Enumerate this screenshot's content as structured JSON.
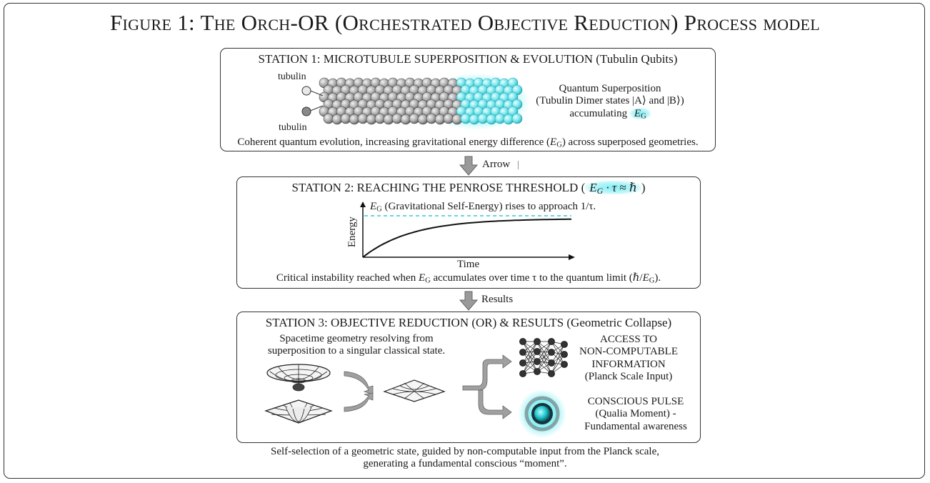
{
  "title": "Figure 1: The Orch-OR (Orchestrated Objective Reduction) Process model",
  "station1": {
    "heading": "STATION 1: MICROTUBULE SUPERPOSITION & EVOLUTION (Tubulin Qubits)",
    "tubulin_top": "tubulin",
    "tubulin_bottom": "tubulin",
    "superposition_line1": "Quantum Superposition",
    "superposition_line2": "(Tubulin Dimer states |A⟩ and |B⟩)",
    "superposition_line3_prefix": "accumulating ",
    "eg": "E",
    "eg_sub": "G",
    "caption_prefix": "Coherent quantum evolution, increasing gravitational energy difference (",
    "caption_suffix": ") across superposed geometries."
  },
  "arrow1_label": "Arrow",
  "station2": {
    "heading_prefix": "STATION 2: REACHING THE PENROSE THRESHOLD (",
    "threshold": "E_G · τ ≈ ℏ",
    "heading_suffix": ")",
    "curve_label": "(Gravitational Self-Energy) rises to approach 1/τ.",
    "ylabel": "Energy",
    "xlabel": "Time",
    "caption_prefix": "Critical instability reached when ",
    "caption_mid": " accumulates over time τ to the quantum limit (ℏ/",
    "caption_suffix": ")."
  },
  "arrow2_label": "Results",
  "station3": {
    "heading": "STATION 3: OBJECTIVE REDUCTION (OR) & RESULTS (Geometric Collapse)",
    "spacetime_line1": "Spacetime geometry resolving from",
    "spacetime_line2": "superposition to a singular classical state.",
    "access_line1": "ACCESS TO",
    "access_line2": "NON-COMPUTABLE",
    "access_line3": "INFORMATION",
    "access_line4": "(Planck Scale Input)",
    "pulse_line1": "CONSCIOUS PULSE",
    "pulse_line2": "(Qualia Moment) -",
    "pulse_line3": "Fundamental awareness"
  },
  "footer_line1": "Self-selection of a geometric state, guided by non-computable input from the Planck scale,",
  "footer_line2": "generating a fundamental conscious “moment”.",
  "colors": {
    "glow": "#40e6f0",
    "dashed": "#3cc7d0",
    "arrow_fill": "#9a9a9a",
    "border": "#333333"
  }
}
